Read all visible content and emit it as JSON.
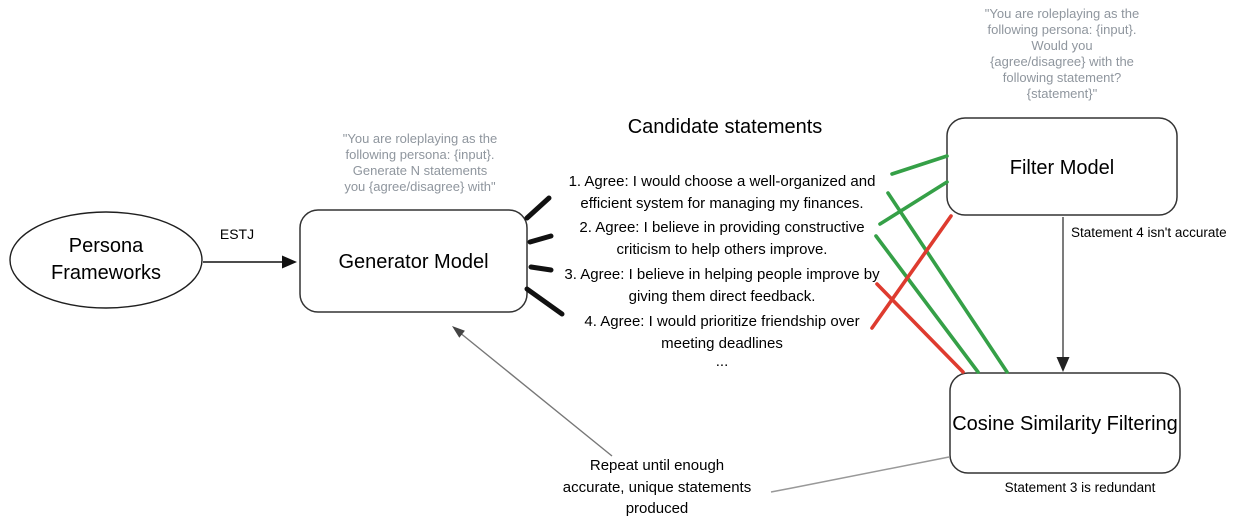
{
  "colors": {
    "pass_green": "#35a047",
    "fail_red": "#de3b2f",
    "prompt_gray": "#8f969e"
  },
  "persona": {
    "label": "Persona\nFrameworks"
  },
  "arrows": {
    "estj_label": "ESTJ"
  },
  "generator": {
    "label": "Generator Model",
    "prompt": "\"You are roleplaying as the\nfollowing persona: {input}.\nGenerate N statements\nyou {agree/disagree} with\""
  },
  "candidates": {
    "title": "Candidate statements",
    "items": [
      {
        "text": "1. Agree: I would choose a well-organized and\nefficient system for managing my finances."
      },
      {
        "text": "2. Agree: I believe in providing constructive\ncriticism to help others improve."
      },
      {
        "text": "3. Agree: I believe in helping people improve by\ngiving them direct feedback."
      },
      {
        "text": "4. Agree: I would prioritize friendship over\nmeeting deadlines"
      }
    ],
    "ellipsis": "..."
  },
  "filter": {
    "label": "Filter Model",
    "prompt": "\"You are roleplaying as the\nfollowing persona: {input}.\nWould you\n{agree/disagree} with the\nfollowing statement?\n{statement}\"",
    "note": "Statement 4 isn't accurate"
  },
  "cosine": {
    "label": "Cosine Similarity Filtering",
    "note": "Statement 3 is redundant"
  },
  "feedback": {
    "note": "Repeat until enough\naccurate, unique statements\nproduced"
  }
}
